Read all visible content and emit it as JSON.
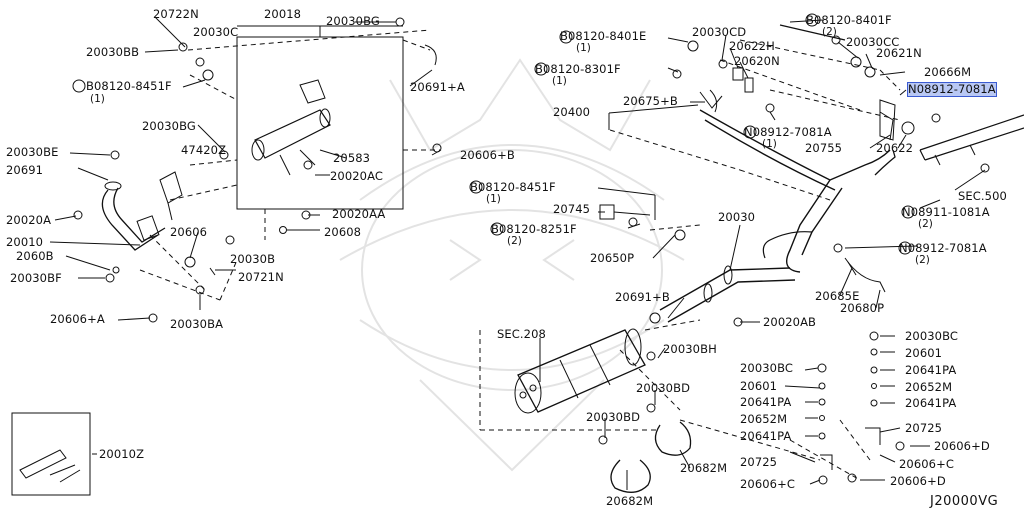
{
  "diagram": {
    "code": "J20000VG",
    "highlighted_part": "N08912-7081A"
  },
  "labels": {
    "l20722N": "20722N",
    "l20018": "20018",
    "l20030BG_top": "20030BG",
    "l20030BB": "20030BB",
    "l20030C": "20030C",
    "lB8451F_a": "B08120-8451F",
    "lB8451F_a_q": "(1)",
    "l20691A": "20691+A",
    "l20030BG_mid": "20030BG",
    "l20030BE": "20030BE",
    "l47420Z": "47420Z",
    "l20691": "20691",
    "l20583": "20583",
    "l20020AC": "20020AC",
    "l20606B": "20606+B",
    "l20020A": "20020A",
    "l20020AA": "20020AA",
    "l20010": "20010",
    "l20608": "20608",
    "l20606": "20606",
    "l2060B": "2060B",
    "l20030B": "20030B",
    "l20030BF": "20030BF",
    "l20721N": "20721N",
    "l20606A": "20606+A",
    "l20030BA": "20030BA",
    "l20010Z": "20010Z",
    "lB8401E": "B08120-8401E",
    "lB8401E_q": "(1)",
    "l20030CD": "20030CD",
    "l20622H": "20622H",
    "l20620N": "20620N",
    "lB8401F": "B08120-8401F",
    "lB8401F_q": "(2)",
    "l20030CC": "20030CC",
    "l20621N": "20621N",
    "lB8301F": "B08120-8301F",
    "lB8301F_q": "(1)",
    "l20666M": "20666M",
    "lN7081A_hl": "N08912-7081A",
    "l20400": "20400",
    "l20675B": "20675+B",
    "lN7081A_mid": "N08912-7081A",
    "lN7081A_mid_q": "(1)",
    "l20755": "20755",
    "l20622": "20622",
    "lSEC500": "SEC.500",
    "lB8451F_b": "B08120-8451F",
    "lB8451F_b_q": "(1)",
    "l20745": "20745",
    "lB8251F": "B08120-8251F",
    "lB8251F_q": "(2)",
    "l20030": "20030",
    "lN1081A": "N08911-1081A",
    "lN1081A_q": "(2)",
    "l20650P": "20650P",
    "lN7081A_low": "N08912-7081A",
    "lN7081A_low_q": "(2)",
    "l20691B": "20691+B",
    "l20685E": "20685E",
    "l20680P": "20680P",
    "l20020AB": "20020AB",
    "lSEC208": "SEC.208",
    "l20030BH": "20030BH",
    "l20030BD_a": "20030BD",
    "l20030BD_b": "20030BD",
    "l20030BC_mid": "20030BC",
    "l20601_mid": "20601",
    "l20641PA_mid1": "20641PA",
    "l20652M_mid": "20652M",
    "l20641PA_mid2": "20641PA",
    "l20725_mid": "20725",
    "l20606C_mid": "20606+C",
    "l20682M_a": "20682M",
    "l20682M_b": "20682M",
    "l20030BC_r": "20030BC",
    "l20601_r": "20601",
    "l20641PA_r1": "20641PA",
    "l20652M_r": "20652M",
    "l20641PA_r2": "20641PA",
    "l20725_r": "20725",
    "l20606D_a": "20606+D",
    "l20606C_r": "20606+C",
    "l20606D_b": "20606+D"
  }
}
